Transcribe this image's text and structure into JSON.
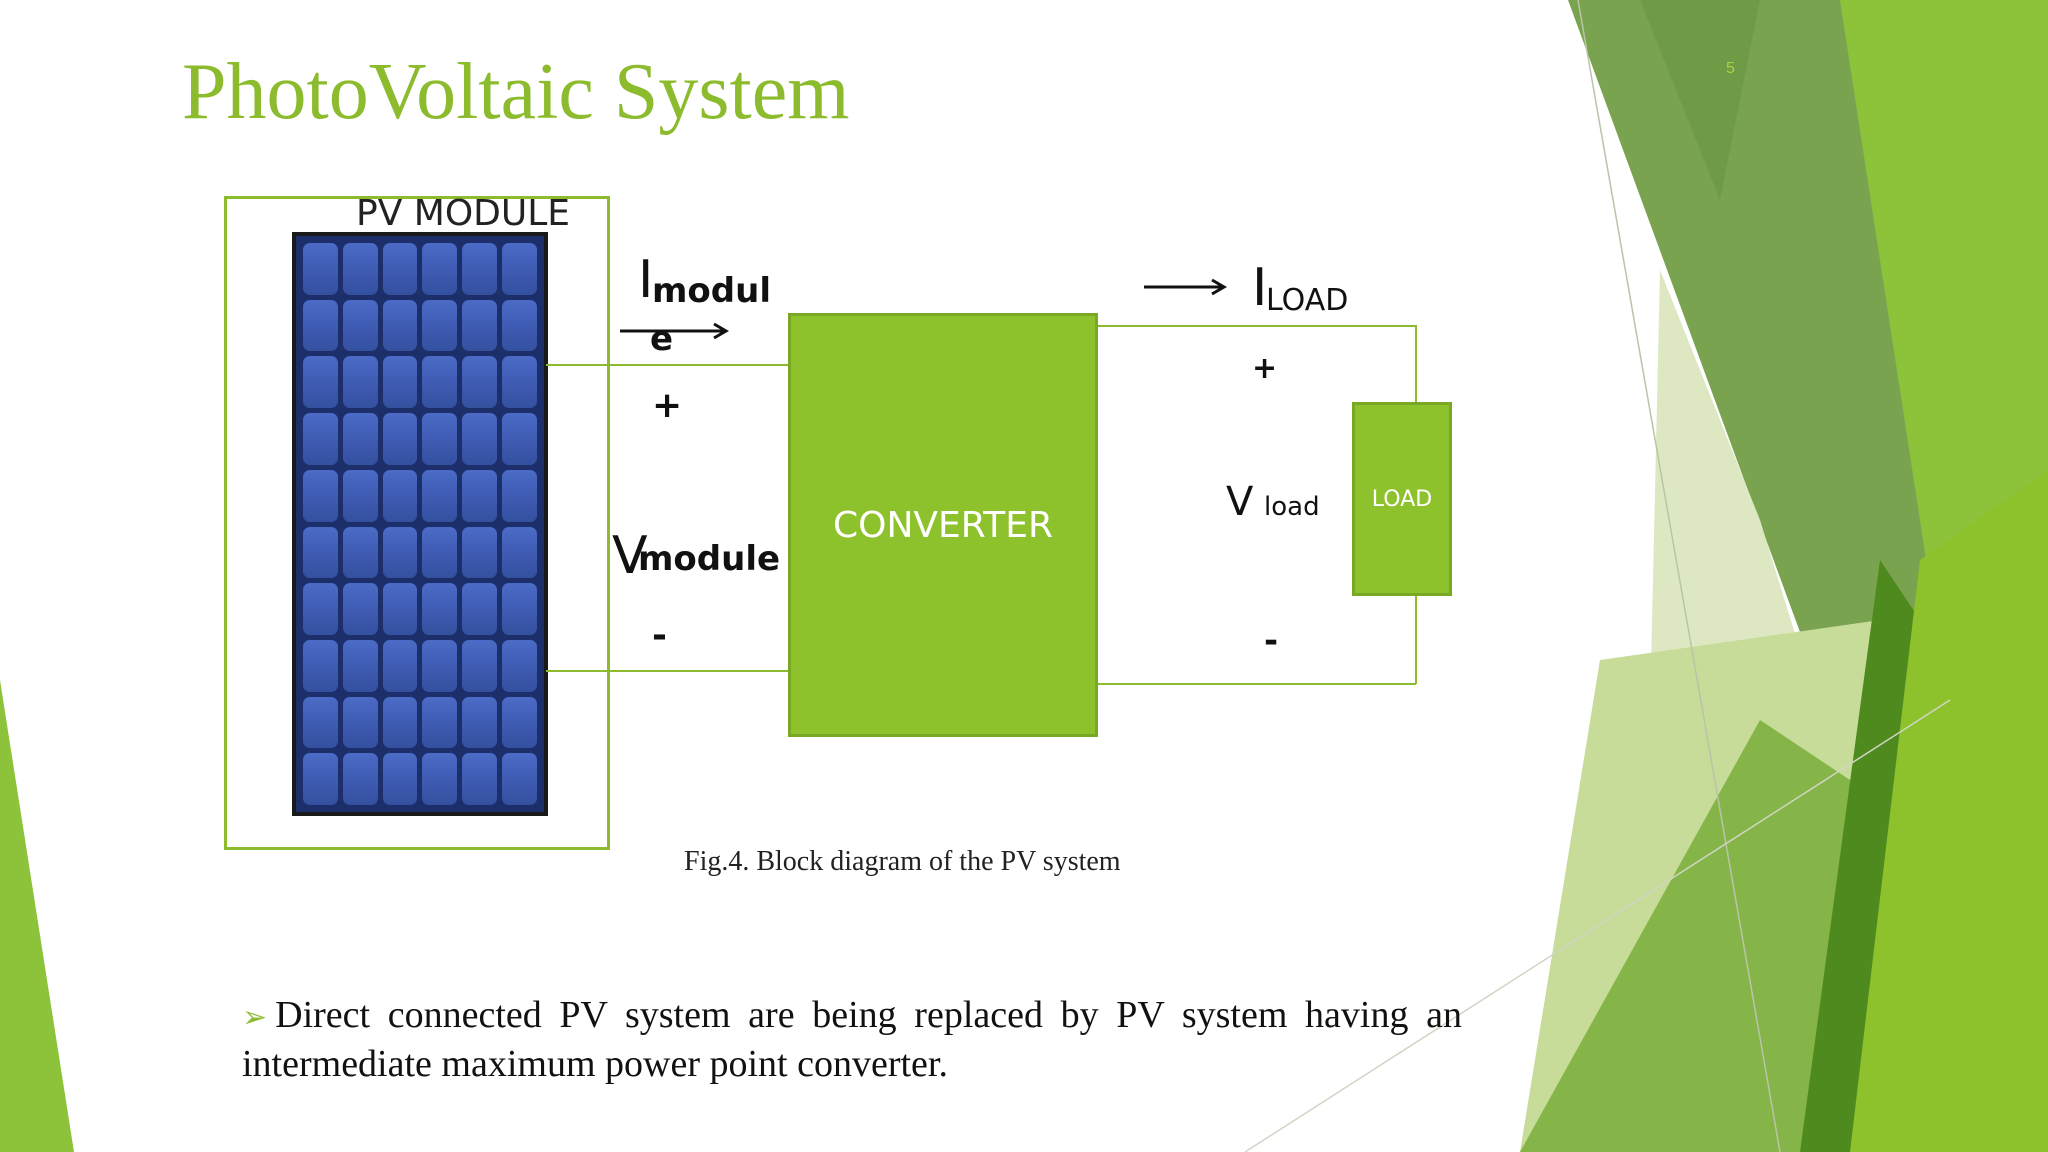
{
  "slide": {
    "title": "PhotoVoltaic System",
    "number": "5"
  },
  "diagram": {
    "module_label": "PV MODULE",
    "converter_label": "CONVERTER",
    "load_label": "LOAD",
    "i_module_main": "I",
    "i_module_sub": "modul",
    "i_module_sub2": "e",
    "v_module_main": "V",
    "v_module_sub": "module",
    "i_load_main": "I",
    "i_load_sub": "LOAD",
    "v_load_main": "V",
    "v_load_sub": "load",
    "plus": "+",
    "minus": "-"
  },
  "caption": "Fig.4. Block diagram of the PV system",
  "bullet": {
    "marker": "➢",
    "text": "Direct connected PV system are being replaced by PV system having an intermediate maximum power point converter."
  },
  "colors": {
    "accent": "#8dbb2e",
    "accent_dark": "#5a8a1e",
    "panel_blue": "#3d59b0"
  }
}
